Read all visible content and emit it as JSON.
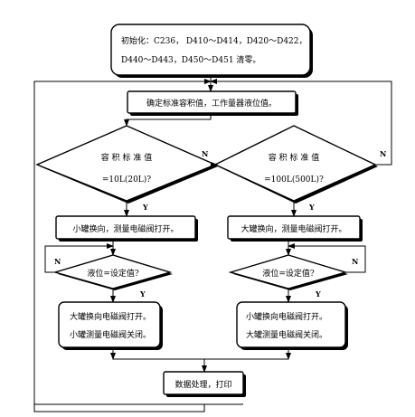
{
  "nodes": {
    "init": {
      "line1": "初始化：C236， D410～D414，D420～D422，",
      "line2": "D440～D443，D450～D451 清零。"
    },
    "determine": "确定标准容积值，工作量器液位值。",
    "decision_left": {
      "line1": "容 积 标 准 值",
      "line2": "=10L(20L)?"
    },
    "decision_right": {
      "line1": "容 积 标 准 值",
      "line2": "=100L(500L)?"
    },
    "left_open": "小罐换向，测量电磁阀打开。",
    "right_open": "大罐换向，测量电磁阀打开。",
    "level_left": "液位=设定值?",
    "level_right": "液位=设定值?",
    "left_switch": {
      "line1": "大罐换向电磁阀打开。",
      "line2": "小罐测量电磁阀关闭。"
    },
    "right_switch": {
      "line1": "小罐换向电磁阀打开。",
      "line2": "大罐测量电磁阀关闭。"
    },
    "process": "数据处理，打印"
  },
  "labels": {
    "yes": "Y",
    "no": "N"
  }
}
